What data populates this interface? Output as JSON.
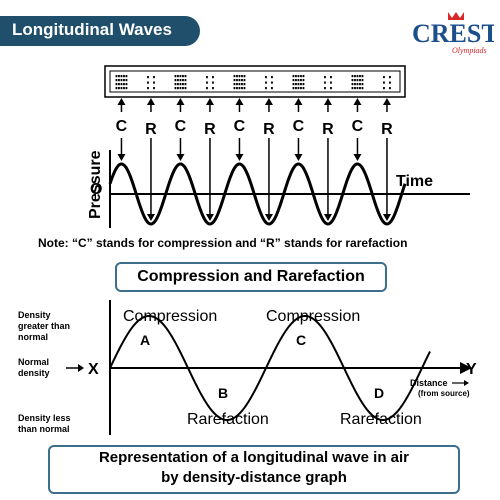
{
  "header": {
    "title": "Longitudinal Waves",
    "logo_text": "CREST",
    "logo_sub": "Olympiads"
  },
  "top_diagram": {
    "labels": [
      "C",
      "R",
      "C",
      "R",
      "C",
      "R",
      "C",
      "R",
      "C",
      "R"
    ],
    "y_label": "Pressure",
    "origin_label": "O",
    "time_label": "Time",
    "note": "Note: “C” stands for compression and “R” stands for rarefaction"
  },
  "caption_top": "Compression and Rarefaction",
  "bottom_diagram": {
    "left_labels": {
      "density_high": [
        "Density",
        "greater than",
        "normal"
      ],
      "density_normal": [
        "Normal",
        "density"
      ],
      "density_low": [
        "Density less",
        "than normal"
      ]
    },
    "axis_x_label": "X",
    "axis_y_label": "Y",
    "points": [
      "A",
      "B",
      "C",
      "D"
    ],
    "compression_label": "Compression",
    "rarefaction_label": "Rarefaction",
    "distance_label": "Distance",
    "distance_sub": "(from source)"
  },
  "caption_bottom": [
    "Representation of a longitudinal wave in air",
    "by density-distance graph"
  ],
  "colors": {
    "banner": "#1f4f6b",
    "box_border": "#3d6e8c",
    "logo_red": "#d8282c",
    "logo_blue": "#1d4f8c"
  }
}
